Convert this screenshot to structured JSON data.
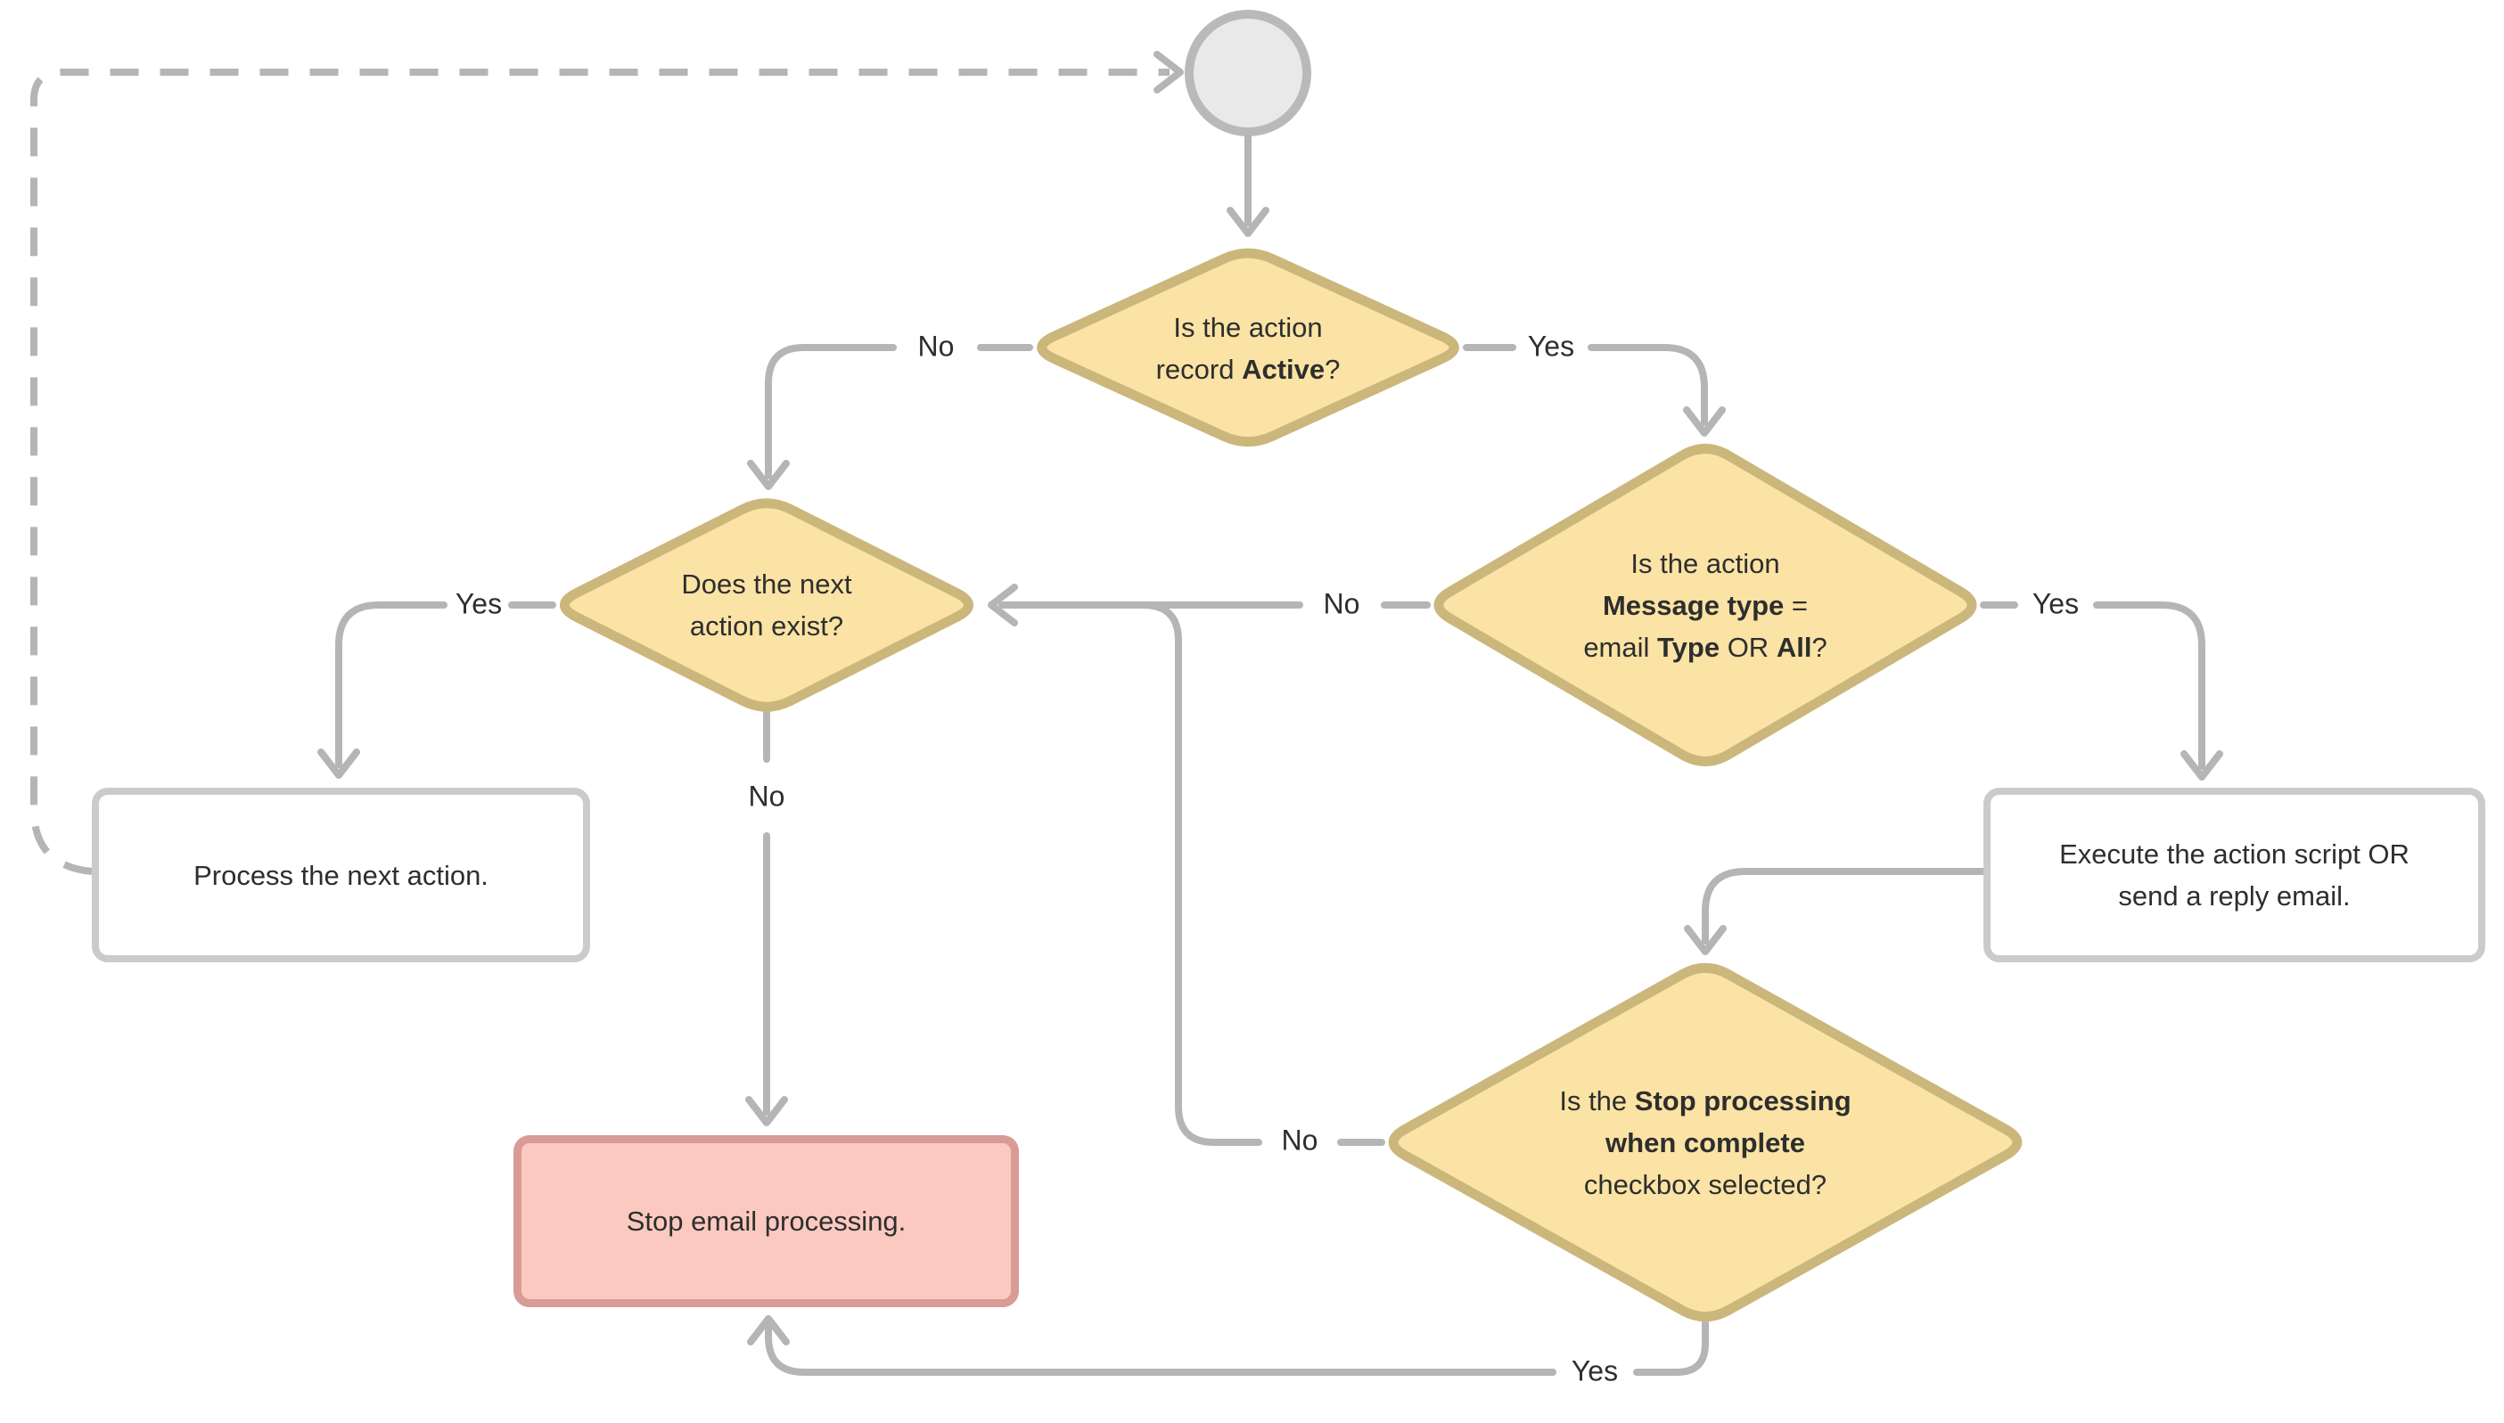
{
  "colors": {
    "decision_fill": "#FAE3A4",
    "decision_border": "#CBB77B",
    "stop_fill": "#FBC9C0",
    "stop_border": "#D89B95",
    "process_fill": "#FFFFFF",
    "process_border": "#CBCBCB",
    "start_fill": "#E9E9E9",
    "start_border": "#B9B9B9",
    "connector": "#B5B5B5",
    "text": "#2E2E2E"
  },
  "nodes": {
    "decision_active": {
      "lines": [
        [
          {
            "t": "Is the action"
          }
        ],
        [
          {
            "t": "record "
          },
          {
            "t": "Active",
            "b": true
          },
          {
            "t": "?"
          }
        ]
      ]
    },
    "decision_message_type": {
      "lines": [
        [
          {
            "t": "Is the action"
          }
        ],
        [
          {
            "t": "Message type",
            "b": true
          },
          {
            "t": " ="
          }
        ],
        [
          {
            "t": "email "
          },
          {
            "t": "Type",
            "b": true
          },
          {
            "t": " OR "
          },
          {
            "t": "All",
            "b": true
          },
          {
            "t": "?"
          }
        ]
      ]
    },
    "decision_next_action": {
      "lines": [
        [
          {
            "t": "Does the next"
          }
        ],
        [
          {
            "t": "action exist?"
          }
        ]
      ]
    },
    "decision_stop_when_complete": {
      "lines": [
        [
          {
            "t": "Is the "
          },
          {
            "t": "Stop processing",
            "b": true
          }
        ],
        [
          {
            "t": "when complete",
            "b": true
          }
        ],
        [
          {
            "t": "checkbox selected?"
          }
        ]
      ]
    },
    "process_next": {
      "lines": [
        [
          {
            "t": "Process the next action."
          }
        ]
      ]
    },
    "execute_script": {
      "lines": [
        [
          {
            "t": "Execute the action script OR"
          }
        ],
        [
          {
            "t": "send a reply email."
          }
        ]
      ]
    },
    "stop_processing": {
      "lines": [
        [
          {
            "t": "Stop email processing."
          }
        ]
      ]
    }
  },
  "edge_labels": {
    "active_no": "No",
    "active_yes": "Yes",
    "message_no": "No",
    "message_yes": "Yes",
    "next_yes": "Yes",
    "next_no": "No",
    "stop_no": "No",
    "stop_yes": "Yes"
  }
}
